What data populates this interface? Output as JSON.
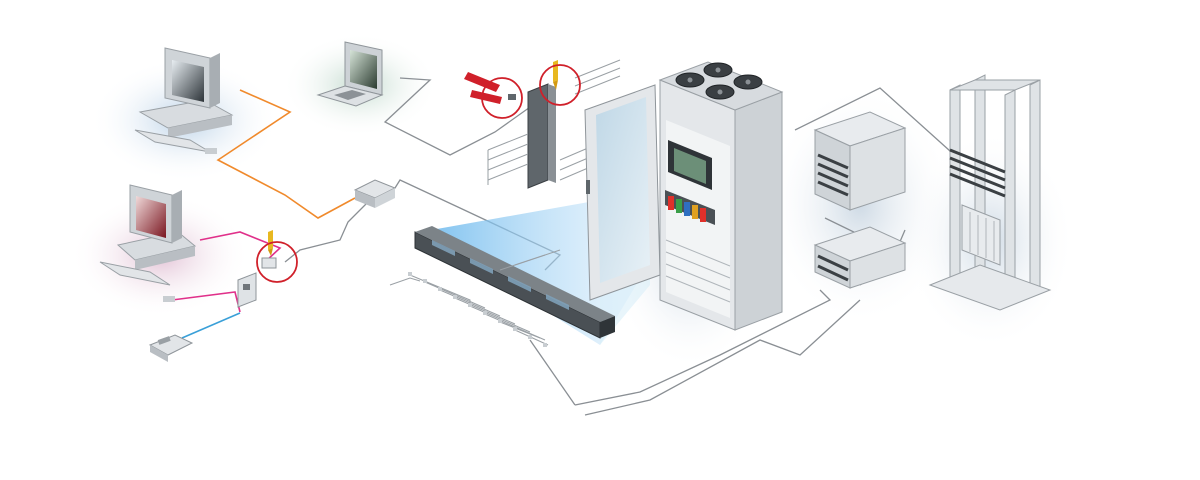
{
  "diagram": {
    "nodes": [
      {
        "id": "desktop-pc-top",
        "icon": "desktop-computer-icon"
      },
      {
        "id": "laptop",
        "icon": "laptop-icon"
      },
      {
        "id": "desktop-pc-bottom",
        "icon": "desktop-computer-icon"
      },
      {
        "id": "telephone",
        "icon": "telephone-icon"
      },
      {
        "id": "wall-outlet",
        "icon": "wall-outlet-icon"
      },
      {
        "id": "consolidation-point",
        "icon": "junction-box-icon"
      },
      {
        "id": "punch-down-block",
        "icon": "punch-down-block-icon"
      },
      {
        "id": "patch-panel",
        "icon": "patch-panel-icon"
      },
      {
        "id": "server-cabinet",
        "icon": "server-cabinet-icon"
      },
      {
        "id": "rack-shelf-upper",
        "icon": "rack-shelf-icon"
      },
      {
        "id": "rack-shelf-lower",
        "icon": "rack-shelf-icon"
      },
      {
        "id": "open-frame-rack",
        "icon": "open-frame-rack-icon"
      }
    ],
    "highlights": [
      {
        "id": "crimp-tool-detail",
        "icon": "crimping-tool-icon"
      },
      {
        "id": "punch-tool-detail",
        "icon": "punch-down-tool-icon"
      },
      {
        "id": "outlet-tool-detail",
        "icon": "punch-down-tool-icon"
      }
    ],
    "cable_colors": {
      "orange": "#f08a2c",
      "magenta": "#e0308a",
      "blue": "#3aa0d8",
      "grey": "#8a8f94"
    },
    "highlight_color": "#d0202a",
    "glow_colors": {
      "blue": "#bcd4ea",
      "green": "#c6dccf",
      "pink": "#e2c2d6"
    },
    "beam_color": "#8ec8f0"
  }
}
